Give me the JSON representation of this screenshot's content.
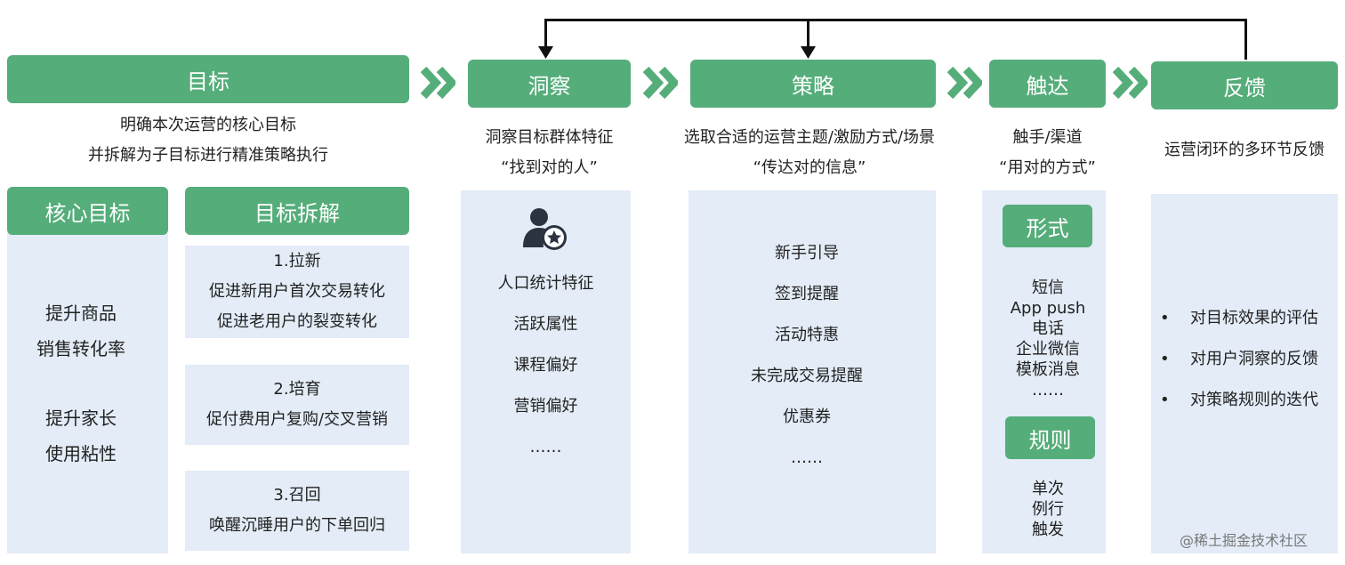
{
  "stages": {
    "goal": {
      "title": "目标",
      "desc": [
        "明确本次运营的核心目标",
        "并拆解为子目标进行精准策略执行"
      ],
      "core_title": "核心目标",
      "core_items": [
        "提升商品",
        "销售转化率",
        "提升家长",
        "使用粘性"
      ],
      "breakdown_title": "目标拆解",
      "breakdown": [
        {
          "title": "1.拉新",
          "lines": [
            "促进新用户首次交易转化",
            "促进老用户的裂变转化"
          ]
        },
        {
          "title": "2.培育",
          "lines": [
            "促付费用户复购/交叉营销"
          ]
        },
        {
          "title": "3.召回",
          "lines": [
            "唤醒沉睡用户的下单回归"
          ]
        }
      ]
    },
    "insight": {
      "title": "洞察",
      "desc": [
        "洞察目标群体特征",
        "“找到对的人”"
      ],
      "icon": "user-star-icon",
      "items": [
        "人口统计特征",
        "活跃属性",
        "课程偏好",
        "营销偏好",
        "……"
      ]
    },
    "strategy": {
      "title": "策略",
      "desc": [
        "选取合适的运营主题/激励方式/场景",
        "“传达对的信息”"
      ],
      "items": [
        "新手引导",
        "签到提醒",
        "活动特惠",
        "未完成交易提醒",
        "优惠券",
        "……"
      ]
    },
    "reach": {
      "title": "触达",
      "desc": [
        "触手/渠道",
        "“用对的方式”"
      ],
      "form_title": "形式",
      "form_items": [
        "短信",
        "App push",
        "电话",
        "企业微信",
        "模板消息",
        "……"
      ],
      "rule_title": "规则",
      "rule_items": [
        "单次",
        "例行",
        "触发"
      ]
    },
    "feedback": {
      "title": "反馈",
      "desc": "运营闭环的多环节反馈",
      "items": [
        "对目标效果的评估",
        "对用户洞察的反馈",
        "对策略规则的迭代"
      ]
    }
  },
  "watermark": "@稀土掘金技术社区",
  "colors": {
    "green": "#55ad7a",
    "panel": "#e3ecf7",
    "chevron": "#55ad7a"
  }
}
